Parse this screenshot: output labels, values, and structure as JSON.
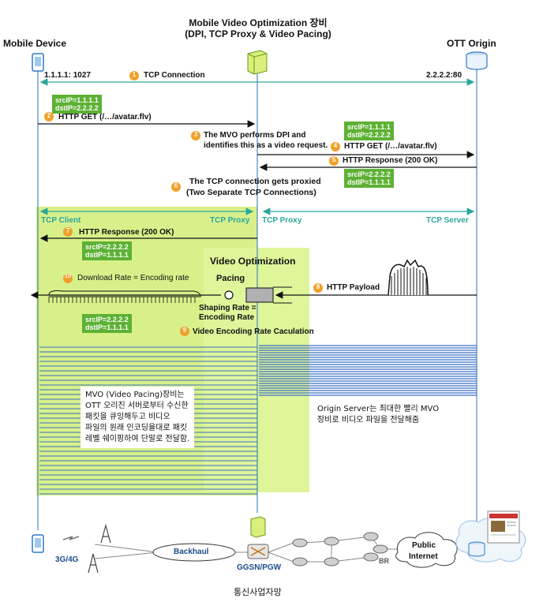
{
  "header": {
    "mvo_title_line1": "Mobile Video Optimization 장비",
    "mvo_title_line2": "(DPI, TCP Proxy & Video Pacing)",
    "left_title": "Mobile Device",
    "right_title": "OTT Origin"
  },
  "addresses": {
    "client": "1.1.1.1: 1027",
    "server": "2.2.2.2:80"
  },
  "steps": {
    "s1": {
      "num": "1",
      "text": "TCP Connection"
    },
    "s2": {
      "num": "2",
      "text": "HTTP GET (/…/avatar.flv)"
    },
    "s3": {
      "num": "3",
      "line1": "The MVO performs DPI and",
      "line2": "identifies this as a video request."
    },
    "s4": {
      "num": "4",
      "text": "HTTP GET (/…/avatar.flv)"
    },
    "s5": {
      "num": "5",
      "text": "HTTP Response (200 OK)"
    },
    "s6": {
      "num": "6",
      "line1": "The TCP connection gets proxied",
      "line2": "(Two Separate TCP Connections)"
    },
    "s7": {
      "num": "7",
      "text": "HTTP Response (200 OK)"
    },
    "s8": {
      "num": "8",
      "text": "HTTP Payload"
    },
    "s9": {
      "num": "9",
      "text": "Video Encoding Rate Caculation"
    },
    "s10": {
      "num": "10",
      "text": "Download Rate = Encoding rate"
    }
  },
  "ip_boxes": {
    "b1": {
      "src": "srcIP=1.1.1.1",
      "dst": "dstIP=2.2.2.2"
    },
    "b2": {
      "src": "srcIP=1.1.1.1",
      "dst": "dstIP=2.2.2.2"
    },
    "b3": {
      "src": "srcIP=2.2.2.2",
      "dst": "dstIP=1.1.1.1"
    },
    "b4": {
      "src": "srcIP=2.2.2.2",
      "dst": "dstIP=1.1.1.1"
    },
    "b5": {
      "src": "srcIP=2.2.2.2",
      "dst": "dstIP=1.1.1.1"
    }
  },
  "proxy_labels": {
    "tcp_client": "TCP Client",
    "tcp_proxy_left": "TCP Proxy",
    "tcp_proxy_right": "TCP Proxy",
    "tcp_server": "TCP Server"
  },
  "optimization": {
    "title": "Video Optimization",
    "pacing": "Pacing",
    "shaping_line1": "Shaping Rate =",
    "shaping_line2": "Encoding Rate"
  },
  "notes": {
    "left": [
      "MVO (Video Pacing)장비는",
      "OTT 오리진 서버로부터 수신한",
      "패킷을 큐잉해두고 비디오",
      "파일의 원래 인코딩율대로 패킷",
      "레벨 쉐이핑하여 단말로 전달함."
    ],
    "right": [
      "Origin Server는 최대한 빨리 MVO",
      "장비로 비디오 파일을 전달해줌"
    ]
  },
  "network": {
    "access": "3G/4G",
    "backhaul": "Backhaul",
    "gateway": "GGSN/PGW",
    "router": "BR",
    "internet_line1": "Public",
    "internet_line2": "Internet",
    "caption": "통신사업자망"
  },
  "colors": {
    "green_area": "#d8f08a",
    "ip_box": "#5db134",
    "teal_arrow": "#2aa79b",
    "step_badge": "#f0a02a",
    "blue_lines": "#3a6fc4",
    "device_blue": "#2f78c8"
  }
}
